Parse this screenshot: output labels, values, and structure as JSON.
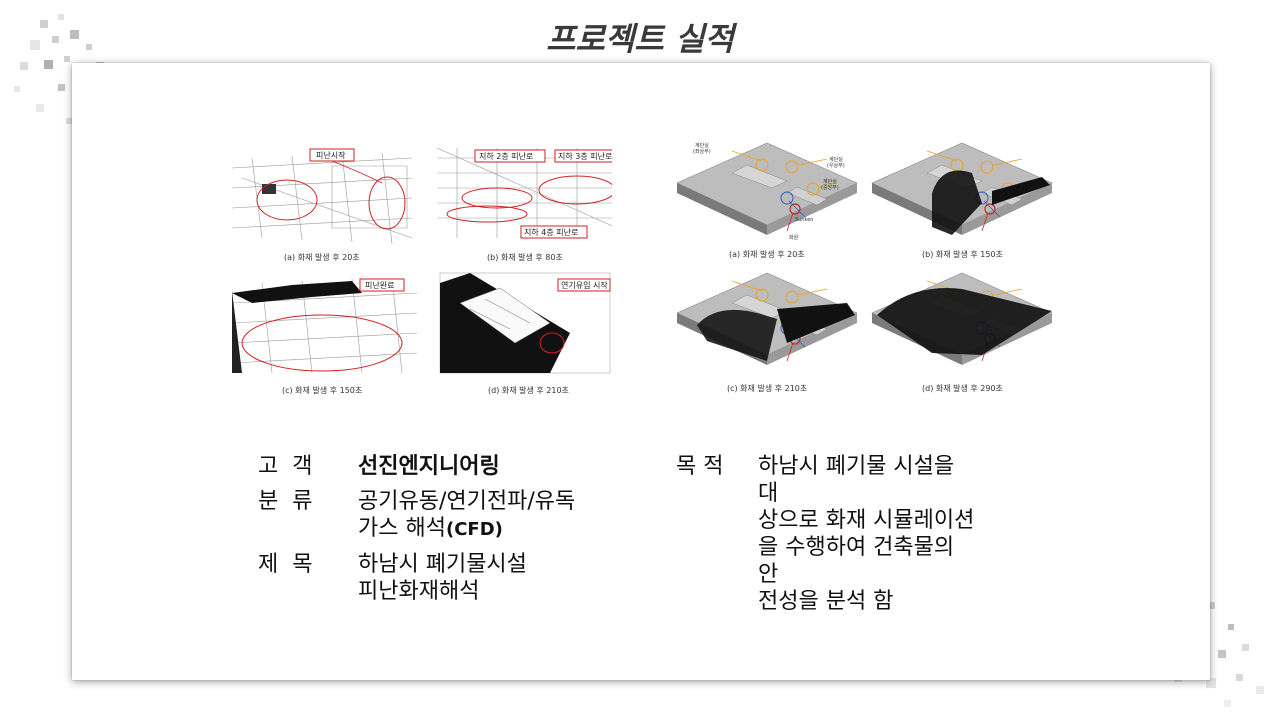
{
  "slide": {
    "title": "프로젝트 실적"
  },
  "left_figure": {
    "panels": [
      {
        "caption": "(a) 화재 발생 후 20초",
        "tags": [
          "피난시작"
        ]
      },
      {
        "caption": "(b) 화재 발생 후 80초",
        "tags": [
          "지하 2층 피난로",
          "지하 3층 피난로",
          "지하 4층 피난로"
        ]
      },
      {
        "caption": "(c) 화재 발생 후 150초",
        "tags": [
          "피난완료"
        ]
      },
      {
        "caption": "(d) 화재 발생 후 210초",
        "tags": [
          "연기유입 시작"
        ]
      }
    ]
  },
  "right_figure": {
    "labels": {
      "stair_left": "계단실",
      "stair_left_sub": "(좌상부)",
      "stair_right": "계단실",
      "stair_right_sub": "(우상부)",
      "stair_center": "계단실",
      "stair_center_sub": "(중앙부)",
      "sunken": "Sunken",
      "fire": "화원"
    },
    "panels": [
      {
        "caption": "(a) 화재 발생 후 20초"
      },
      {
        "caption": "(b) 화재 발생 후 150초"
      },
      {
        "caption": "(c) 화재 발생 후 210초"
      },
      {
        "caption": "(d) 화재 발생 후 290초"
      }
    ]
  },
  "info": {
    "client_label": "고  객",
    "client_value": "선진엔지니어링",
    "category_label": "분  류",
    "category_value_line1": "공기유동/연기전파/유독",
    "category_value_line2": "가스 해석",
    "category_value_bold": "(CFD)",
    "subject_label": "제  목",
    "subject_value_line1": "하남시 폐기물시설",
    "subject_value_line2": "피난화재해석",
    "purpose_label": "목 적",
    "purpose_value_lines": [
      "하남시 폐기물 시설을 대",
      "상으로 화재 시뮬레이션",
      "을 수행하여 건축물의 안",
      "전성을 분석 함"
    ]
  },
  "colors": {
    "title": "#3a3a3a",
    "annotation_red": "#d22222",
    "smoke": "#111111",
    "arrow_orange": "#f0a020",
    "arrow_blue": "#2a5fc0"
  }
}
